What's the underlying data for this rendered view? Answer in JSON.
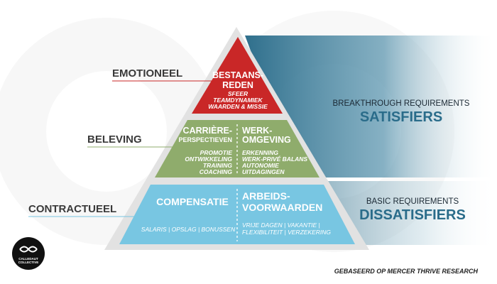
{
  "levels": [
    {
      "side_label": "EMOTIONEEL",
      "color": "#c92727",
      "line_color": "#c92727",
      "title_lines": [
        "BESTAANS-",
        "REDEN"
      ],
      "items": [
        "SFEER",
        "TEAMDYNAMIEK",
        "WAARDEN & MISSIE"
      ]
    },
    {
      "side_label": "BELEVING",
      "color": "#8fac6c",
      "line_color": "#8fac6c",
      "left_title": [
        "CARRIÈRE-",
        "PERSPECTIEVEN"
      ],
      "right_title": [
        "WERK-",
        "OMGEVING"
      ],
      "left_items": [
        "PROMOTIE",
        "ONTWIKKELING",
        "TRAINING",
        "COACHING"
      ],
      "right_items": [
        "ERKENNING",
        "WERK-PRIVÉ BALANS",
        "AUTONOMIE",
        "UITDAGINGEN"
      ]
    },
    {
      "side_label": "CONTRACTUEEL",
      "color": "#78c6e2",
      "line_color": "#78c6e2",
      "left_title": [
        "COMPENSATIE"
      ],
      "right_title": [
        "ARBEIDS-",
        "VOORWAARDEN"
      ],
      "left_items": [
        "SALARIS | OPSLAG | BONUSSEN"
      ],
      "right_items": [
        "VRIJE DAGEN | VAKANTIE |",
        "FLEXIBILITEIT | VERZEKERING"
      ]
    }
  ],
  "satisfiers": {
    "small": "BREAKTHROUGH REQUIREMENTS",
    "big": "SATISFIERS"
  },
  "dissatisfiers": {
    "small": "BASIC REQUIREMENTS",
    "big": "DISSATISFIERS"
  },
  "logo": {
    "text_lines": [
      "CALLEDAUT",
      "COLLECTIVE"
    ]
  },
  "credit": "GEBASEERD OP MERCER THRIVE RESEARCH",
  "colors": {
    "band": "#2f6f8c",
    "pyramid_outline": "#e0e0e0",
    "label_text": "#3a3a3a"
  }
}
